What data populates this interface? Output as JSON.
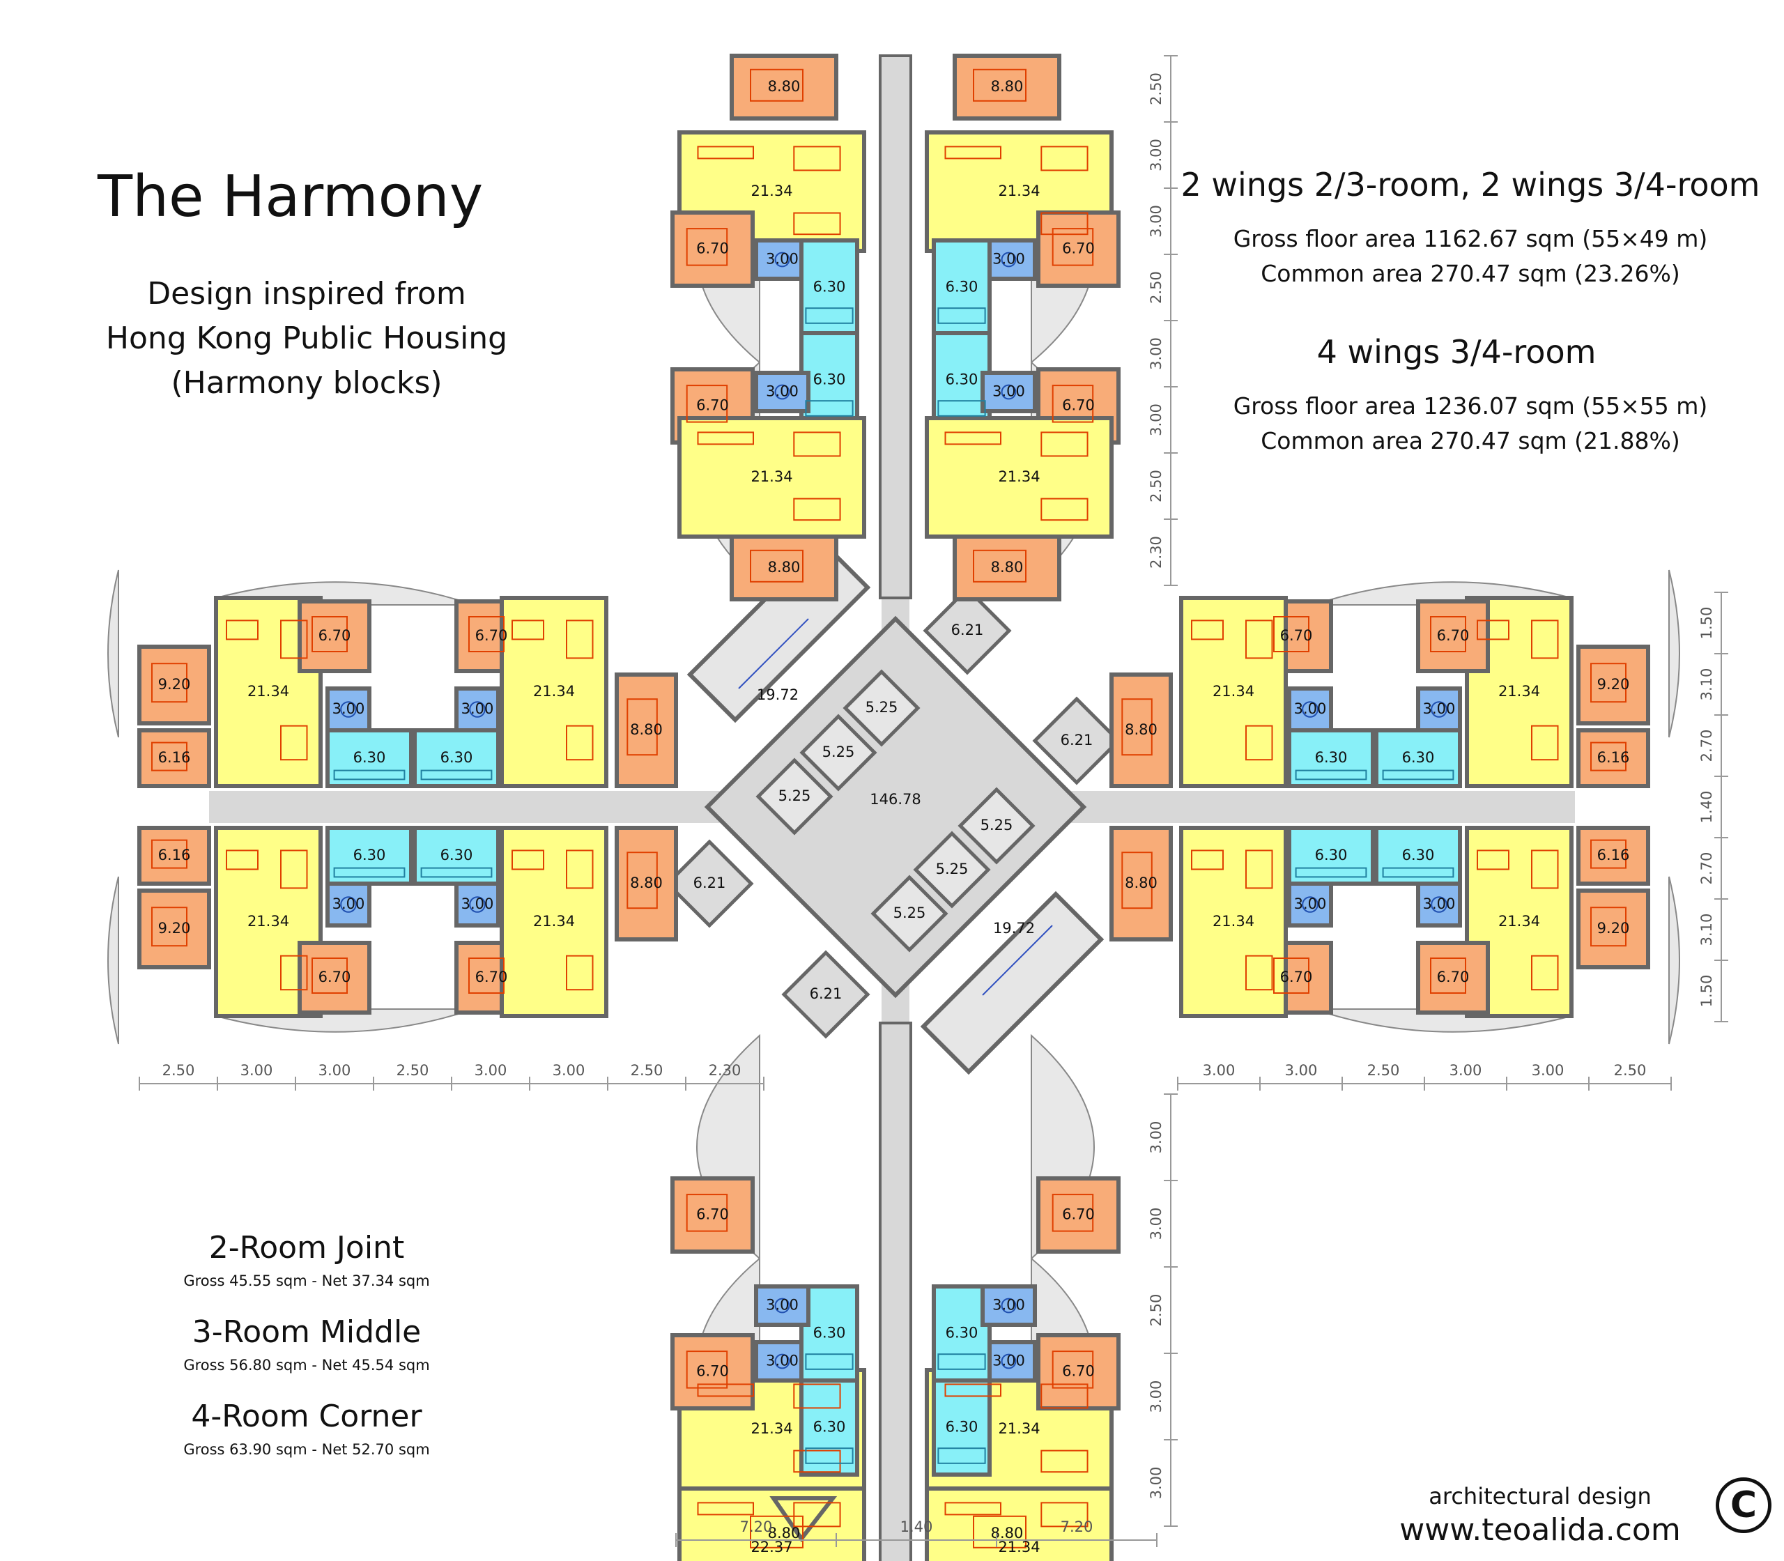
{
  "header": {
    "title": "The Harmony",
    "subtitle_lines": [
      "Design inspired from",
      "Hong Kong Public Housing",
      "(Harmony blocks)"
    ]
  },
  "wing_info": [
    {
      "heading": "2 wings 2/3-room, 2 wings 3/4-room",
      "gross": "Gross floor area 1162.67 sqm (55×49 m)",
      "common": "Common area 270.47 sqm (23.26%)"
    },
    {
      "heading": "4 wings 3/4-room",
      "gross": "Gross floor area 1236.07 sqm (55×55 m)",
      "common": "Common area 270.47 sqm (21.88%)"
    }
  ],
  "room_types": [
    {
      "name": "2-Room Joint",
      "area": "Gross 45.55 sqm - Net 37.34 sqm"
    },
    {
      "name": "3-Room Middle",
      "area": "Gross 56.80 sqm - Net 45.54 sqm"
    },
    {
      "name": "4-Room Corner",
      "area": "Gross 63.90 sqm - Net 52.70 sqm"
    }
  ],
  "credit": {
    "line1": "architectural design",
    "line2": "www.teoalida.com",
    "copyright_symbol": "C"
  },
  "colors": {
    "living": "#ffff88",
    "bedroom": "#f8ac78",
    "bathroom": "#88b8f0",
    "kitchen": "#88f0f8",
    "corridor": "#d8d8d8",
    "wall": "#666666",
    "furniture": "#e04000",
    "balcony": "#e8e8e8"
  },
  "areas": {
    "living": "21.34",
    "living_special": "22.37",
    "bedroom_main": "6.70",
    "bedroom_end": "8.80",
    "bedroom_large": "9.20",
    "bedroom_small": "6.16",
    "bathroom": "3.00",
    "kitchen": "6.30",
    "lift": "5.25",
    "stair": "19.72",
    "lobby": "6.21",
    "core": "146.78"
  },
  "dimensions": {
    "bottom_left": [
      "2.50",
      "3.00",
      "3.00",
      "2.50",
      "3.00",
      "3.00",
      "2.50",
      "2.30"
    ],
    "bottom_right": [
      "3.00",
      "3.00",
      "2.50",
      "3.00",
      "3.00",
      "2.50"
    ],
    "bottom_wing": [
      "7.20",
      "1.40",
      "7.20"
    ],
    "right_top": [
      "2.50",
      "3.00",
      "3.00",
      "2.50",
      "3.00",
      "3.00",
      "2.50",
      "2.30"
    ],
    "right_east": [
      "1.50",
      "3.10",
      "2.70",
      "1.40",
      "2.70",
      "3.10",
      "1.50"
    ],
    "right_bottom": [
      "3.00",
      "3.00",
      "2.50",
      "3.00",
      "3.00"
    ]
  }
}
